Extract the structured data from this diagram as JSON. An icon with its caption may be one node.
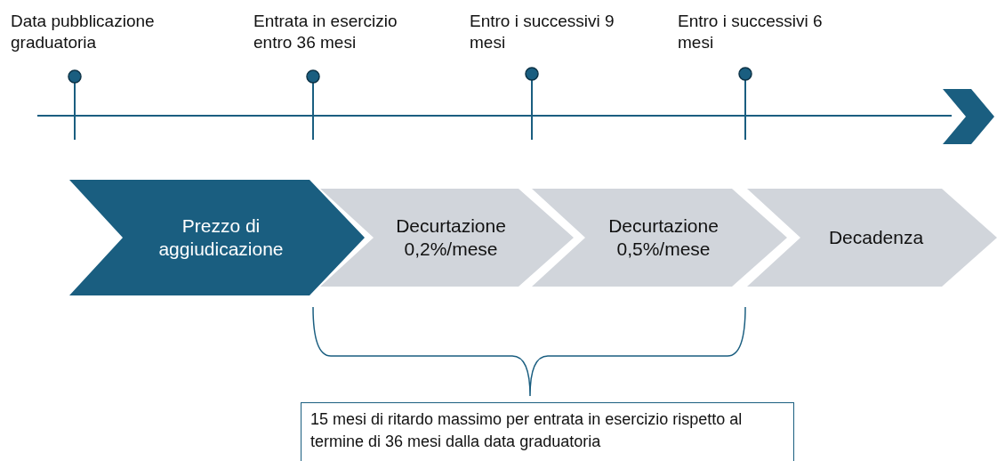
{
  "diagram": {
    "nodes": [
      {
        "text": [
          "Prezzo di aggiudicazione"
        ]
      },
      {
        "text": [
          "Decurtazione 0,2%/mese"
        ]
      },
      {
        "text": [
          "Decurtazione 0,5%/mese"
        ]
      },
      {
        "text": [
          "Decadenza"
        ]
      },
      {
        "text": [
          "15 mesi di ritardo massimo per entrata in esercizio rispetto al termine di 36 mesi dalla data graduatoria"
        ]
      }
    ],
    "labels": [
      "Data pubblicazione graduatoria",
      "Entrata in esercizio entro 36 mesi",
      "Entro i successivi 9 mesi",
      "Entro i successivi 6 mesi"
    ]
  }
}
